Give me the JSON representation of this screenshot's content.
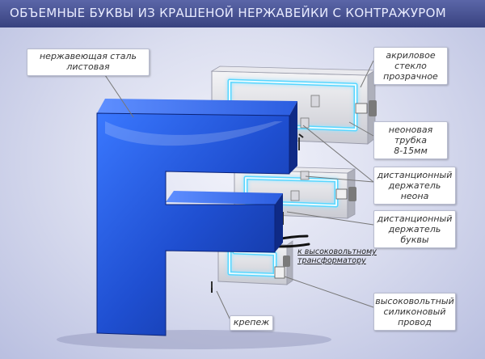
{
  "title": "ОБЪЕМНЫЕ БУКВЫ ИЗ КРАШЕНОЙ НЕРЖАВЕЙКИ С КОНТРАЖУРОМ",
  "letter": "F",
  "callouts": {
    "stainless": [
      "нержавеющая сталь",
      "листовая"
    ],
    "acrylic": [
      "акриловое",
      "стекло",
      "прозрачное"
    ],
    "neon_tube": [
      "неоновая",
      "трубка",
      "8-15мм"
    ],
    "neon_holder": [
      "дистанционный",
      "держатель",
      "неона"
    ],
    "letter_holder": [
      "дистанционный",
      "держатель",
      "буквы"
    ],
    "hv_wire": [
      "высоковольтный",
      "силиконовый",
      "провод"
    ],
    "mount": "крепеж"
  },
  "transformer_label": [
    "к высоковольтному",
    "трансформатору"
  ],
  "colors": {
    "title_bar": "#3d4888",
    "letter_blue": "#1f4fd1",
    "neon_glow": "#8fe4ff"
  }
}
